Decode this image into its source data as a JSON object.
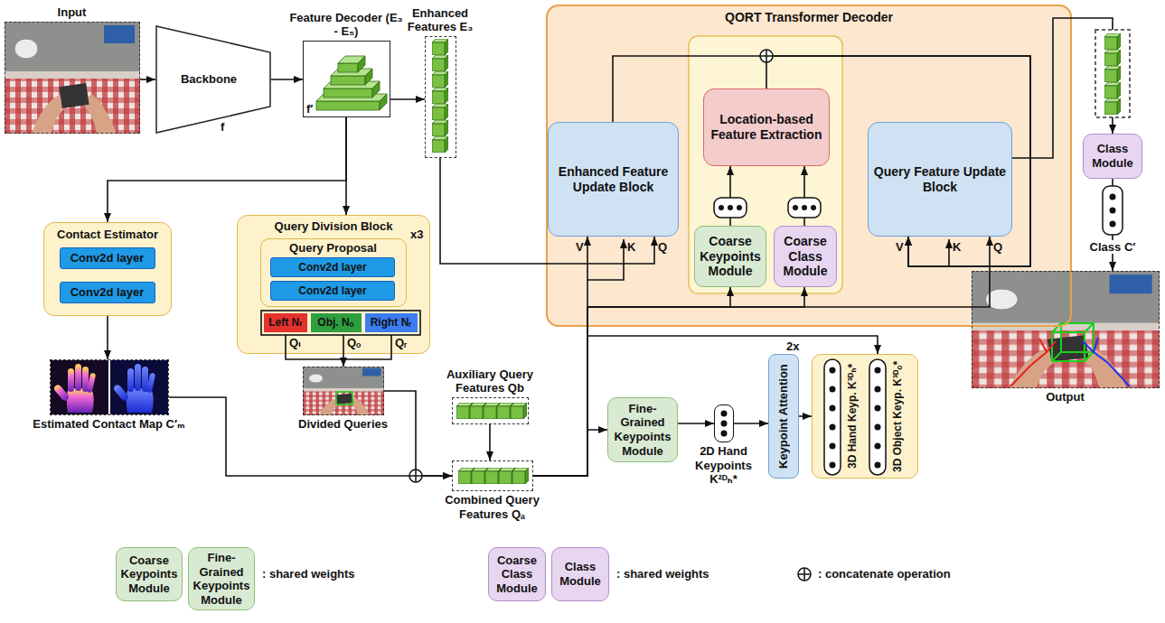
{
  "diagram": {
    "nodes": [
      {
        "text": [
          "Input"
        ]
      },
      {
        "text": [
          "Backbone"
        ]
      },
      {
        "text": [
          "Feature Decoder (E₃ - E₅)"
        ]
      },
      {
        "text": [
          "Enhanced Features E₃"
        ]
      },
      {
        "text": [
          "QORT Transformer Decoder"
        ]
      },
      {
        "text": [
          "Enhanced Feature Update Block"
        ],
        "in": 4
      },
      {
        "text": [
          "Location-based Feature Extraction"
        ],
        "in": 4
      },
      {
        "text": [
          "Coarse Keypoints Module"
        ],
        "in": 4
      },
      {
        "text": [
          "Coarse Class Module"
        ],
        "in": 4
      },
      {
        "text": [
          "Query Feature Update Block"
        ],
        "in": 4
      },
      {
        "text": [
          "Class Module"
        ]
      },
      {
        "text": [
          "Contact Estimator"
        ]
      },
      {
        "text": [
          "Conv2d layer"
        ],
        "in": 11
      },
      {
        "text": [
          "Conv2d layer"
        ],
        "in": 11
      },
      {
        "text": [
          "Query Division Block"
        ]
      },
      {
        "text": [
          "Query Proposal"
        ],
        "in": 14
      },
      {
        "text": [
          "Conv2d layer"
        ],
        "in": 15
      },
      {
        "text": [
          "Conv2d layer"
        ],
        "in": 15
      },
      {
        "text": [
          "Left Nₗ"
        ],
        "in": 14
      },
      {
        "text": [
          "Obj. Nₒ"
        ],
        "in": 14
      },
      {
        "text": [
          "Right Nᵣ"
        ],
        "in": 14
      },
      {
        "text": [
          "Estimated Contact Map C′ₘ"
        ]
      },
      {
        "text": [
          "Divided Queries"
        ]
      },
      {
        "text": [
          "Auxiliary Query Features Qb"
        ]
      },
      {
        "text": [
          "Combined Query Features Qₐ"
        ]
      },
      {
        "text": [
          "Fine-Grained Keypoints Module"
        ]
      },
      {
        "text": [
          "2D Hand Keypoints K²ᴰₕ*"
        ]
      },
      {
        "text": [
          "Keypoint Attention"
        ]
      },
      {
        "text": [
          "3D Hand Keyp. K³ᴰₕ*",
          "3D Object Keyp. K³ᴰₒ*"
        ]
      },
      {
        "text": [
          "Output"
        ]
      }
    ],
    "edges": [
      {
        "from": 0,
        "to": 1,
        "arrow": "to"
      },
      {
        "from": 1,
        "to": 2,
        "arrow": "to"
      },
      {
        "from": 2,
        "to": 3,
        "arrow": "to"
      },
      {
        "from": 2,
        "to": 11,
        "arrow": "to"
      },
      {
        "from": 2,
        "to": 14,
        "arrow": "to"
      },
      {
        "from": 3,
        "to": 5,
        "arrow": "to"
      },
      {
        "from": 11,
        "to": 21,
        "arrow": "to"
      },
      {
        "from": 14,
        "to": 22,
        "arrow": "to"
      },
      {
        "from": 21,
        "to": 24,
        "arrow": "to"
      },
      {
        "from": 22,
        "to": 24,
        "arrow": "to"
      },
      {
        "from": 23,
        "to": 24,
        "arrow": "to"
      },
      {
        "from": 24,
        "to": 5,
        "arrow": "to"
      },
      {
        "from": 24,
        "to": 7,
        "arrow": "to"
      },
      {
        "from": 24,
        "to": 8,
        "arrow": "to"
      },
      {
        "from": 24,
        "to": 9,
        "arrow": "to"
      },
      {
        "from": 24,
        "to": 25,
        "arrow": "to"
      },
      {
        "from": 24,
        "to": 28,
        "arrow": "to"
      },
      {
        "from": 5,
        "to": 9,
        "arrow": "to"
      },
      {
        "from": 6,
        "to": 9,
        "arrow": "to"
      },
      {
        "from": 7,
        "to": 6,
        "arrow": "to"
      },
      {
        "from": 8,
        "to": 6,
        "arrow": "to"
      },
      {
        "from": 9,
        "to": 10,
        "arrow": "to"
      },
      {
        "from": 10,
        "to": 29,
        "arrow": "to"
      },
      {
        "from": 25,
        "to": 26,
        "arrow": "to"
      },
      {
        "from": 26,
        "to": 27,
        "arrow": "to"
      },
      {
        "from": 27,
        "to": 28,
        "arrow": "to"
      }
    ],
    "labels": [
      "f",
      "f′",
      "V",
      "K",
      "Q",
      "V",
      "K",
      "Q",
      "x3",
      "Qₗ",
      "Qₒ",
      "Qᵣ",
      "Class C′",
      "2x",
      ": shared weights",
      ": shared weights"
    ],
    "legend": [
      {
        "text": "Coarse Keypoints Module",
        "color": "#d9ead3"
      },
      {
        "text": "Fine-Grained Keypoints Module",
        "color": "#d9ead3"
      },
      {
        "text": "Coarse Class Module",
        "color": "#e8d5f0"
      },
      {
        "text": "Class Module",
        "color": "#e8d5f0"
      },
      {
        "text": ": concatenate operation"
      }
    ]
  }
}
